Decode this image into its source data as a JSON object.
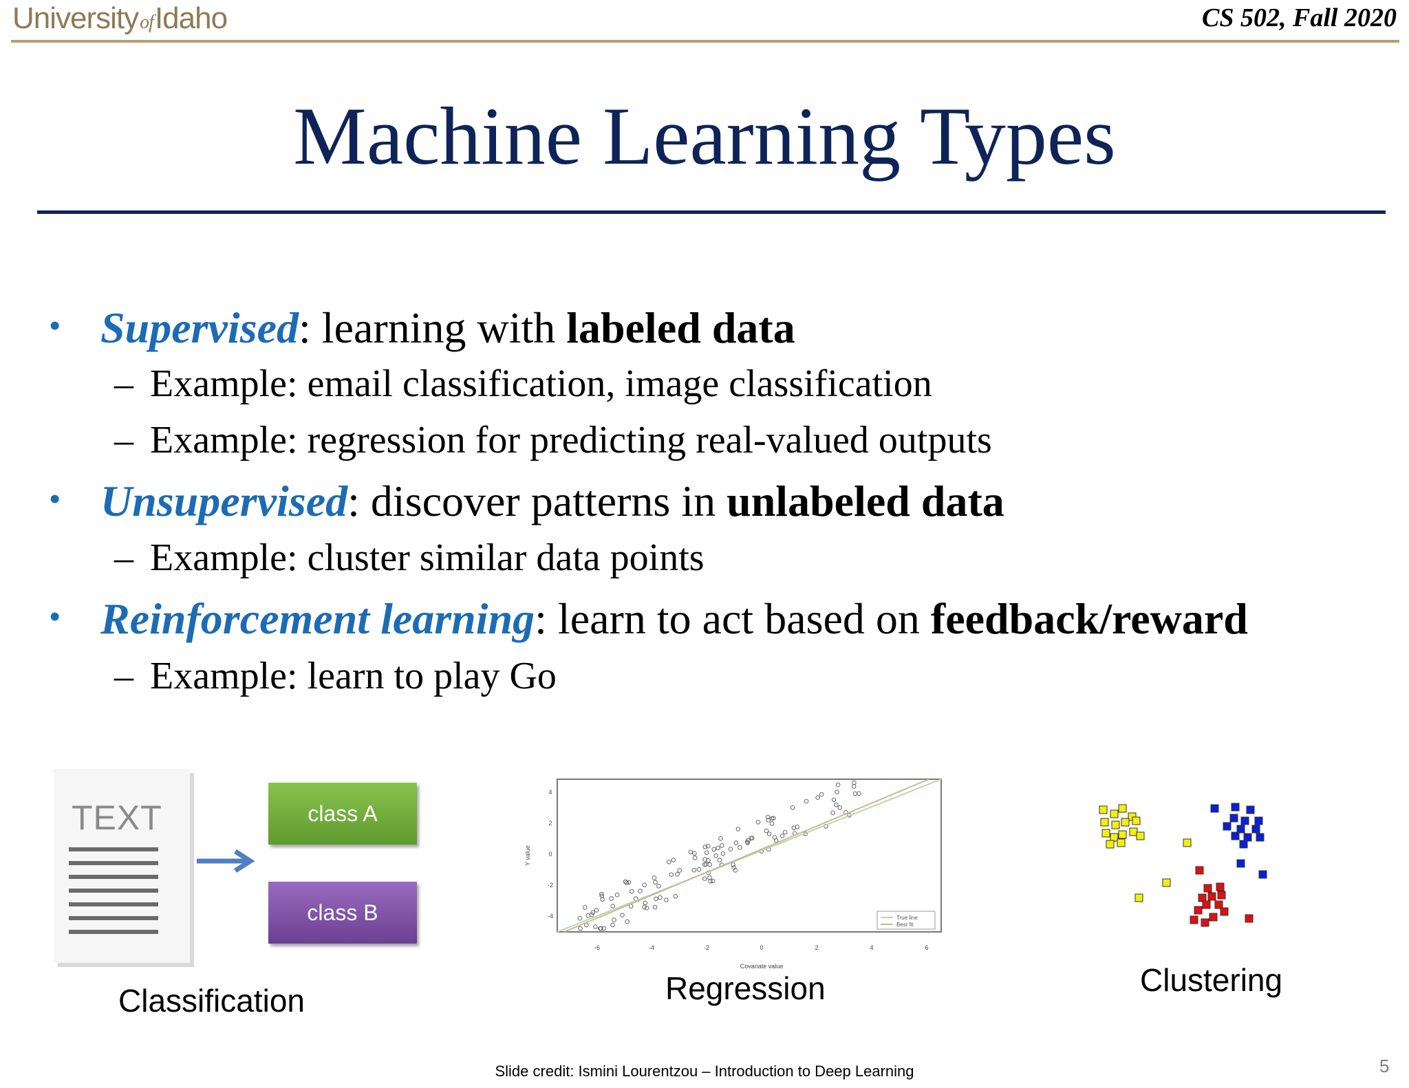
{
  "header": {
    "logo_pre": "University",
    "logo_of": "of",
    "logo_post": "Idaho",
    "course": "CS 502, Fall 2020"
  },
  "title": "Machine Learning Types",
  "bullets": [
    {
      "term": "Supervised",
      "mid": ": learning with ",
      "bold": "labeled data",
      "examples": [
        "Example: email classification, image classification",
        "Example: regression for predicting real-valued outputs"
      ]
    },
    {
      "term": "Unsupervised",
      "mid": ": discover patterns in ",
      "bold": "unlabeled data",
      "examples": [
        "Example: cluster similar data points"
      ]
    },
    {
      "term": "Reinforcement learning",
      "mid": ": learn to act based on ",
      "bold": "feedback/reward",
      "examples": [
        "Example: learn to play Go"
      ]
    }
  ],
  "figures": {
    "classification": {
      "doc_text": "TEXT",
      "class_a": "class A",
      "class_b": "class B",
      "caption": "Classification"
    },
    "regression": {
      "caption": "Regression",
      "xlabel": "Covariate value",
      "ylabel": "Y value",
      "legend": [
        "True line",
        "Best fit"
      ],
      "xticks": [
        "-6",
        "-4",
        "-2",
        "0",
        "2",
        "4",
        "6"
      ],
      "yticks": [
        "4",
        "2",
        "0",
        "-2",
        "-4"
      ]
    },
    "clustering": {
      "caption": "Clustering",
      "colors": {
        "yellow": "#f5ef10",
        "blue": "#0a1fd6",
        "red": "#e01010"
      }
    }
  },
  "footer": {
    "credit": "Slide credit: Ismini Lourentzou – Introduction to Deep Learning",
    "page": "5"
  },
  "colors": {
    "title": "#0e2458",
    "term": "#1c6bb5",
    "header_rule": "#b3a06b"
  }
}
